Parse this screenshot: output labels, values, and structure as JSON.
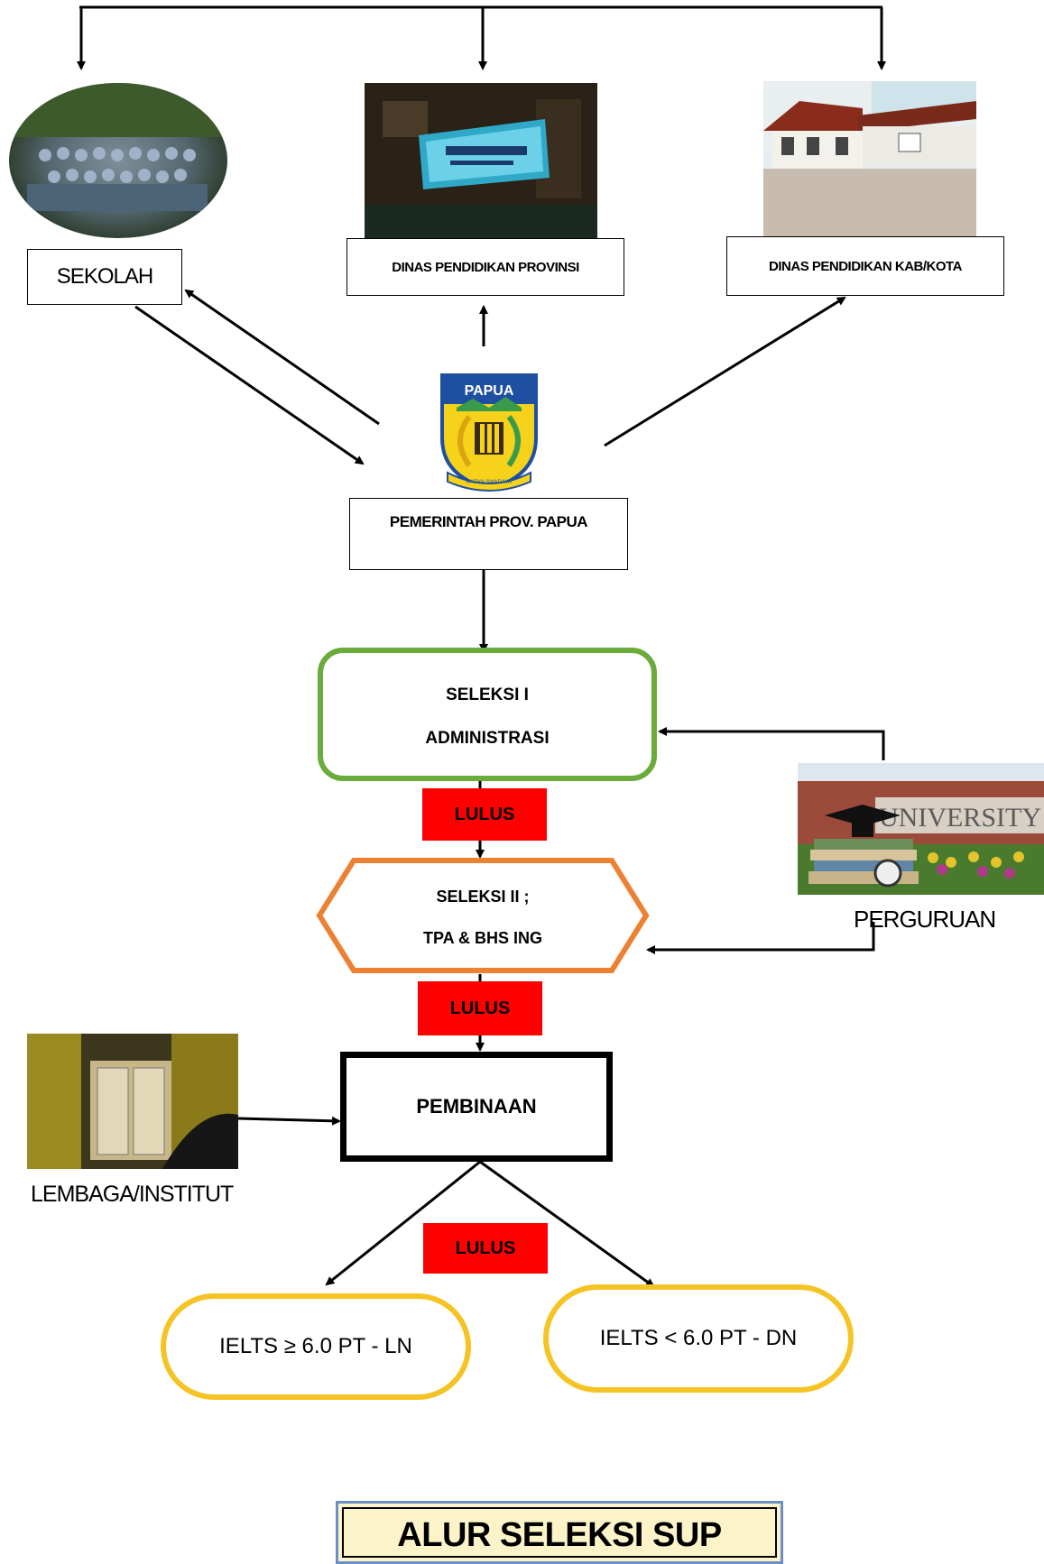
{
  "nodes": {
    "sekolah": "SEKOLAH",
    "dinas_provinsi": "DINAS PENDIDIKAN PROVINSI",
    "dinas_kabkota": "DINAS PENDIDIKAN KAB/KOTA",
    "pemerintah": "PEMERINTAH PROV. PAPUA",
    "seleksi1_line1": "SELEKSI I",
    "seleksi1_line2": "ADMINISTRASI",
    "seleksi2_line1": "SELEKSI II ;",
    "seleksi2_line2": "TPA & BHS ING",
    "pembinaan": "PEMBINAAN",
    "lembaga": "LEMBAGA/INSTITUT",
    "perguruan": "PERGURUAN",
    "outcome_ln": "IELTS ≥ 6.0 PT - LN",
    "outcome_dn": "IELTS < 6.0 PT - DN",
    "lulus": "LULUS"
  },
  "logo": {
    "top_text": "PAPUA",
    "bottom_text": "KARYA SWADAYA"
  },
  "photos": {
    "university_sign": "UNIVERSITY"
  },
  "title": "ALUR SELEKSI SUP",
  "colors": {
    "seleksi1_border": "#6aab3c",
    "seleksi2_border": "#ec8132",
    "outcome_border": "#f6c325",
    "lulus_fill": "#ff0000",
    "title_bg": "#fdf3c9",
    "title_border": "#6c8fc8"
  }
}
